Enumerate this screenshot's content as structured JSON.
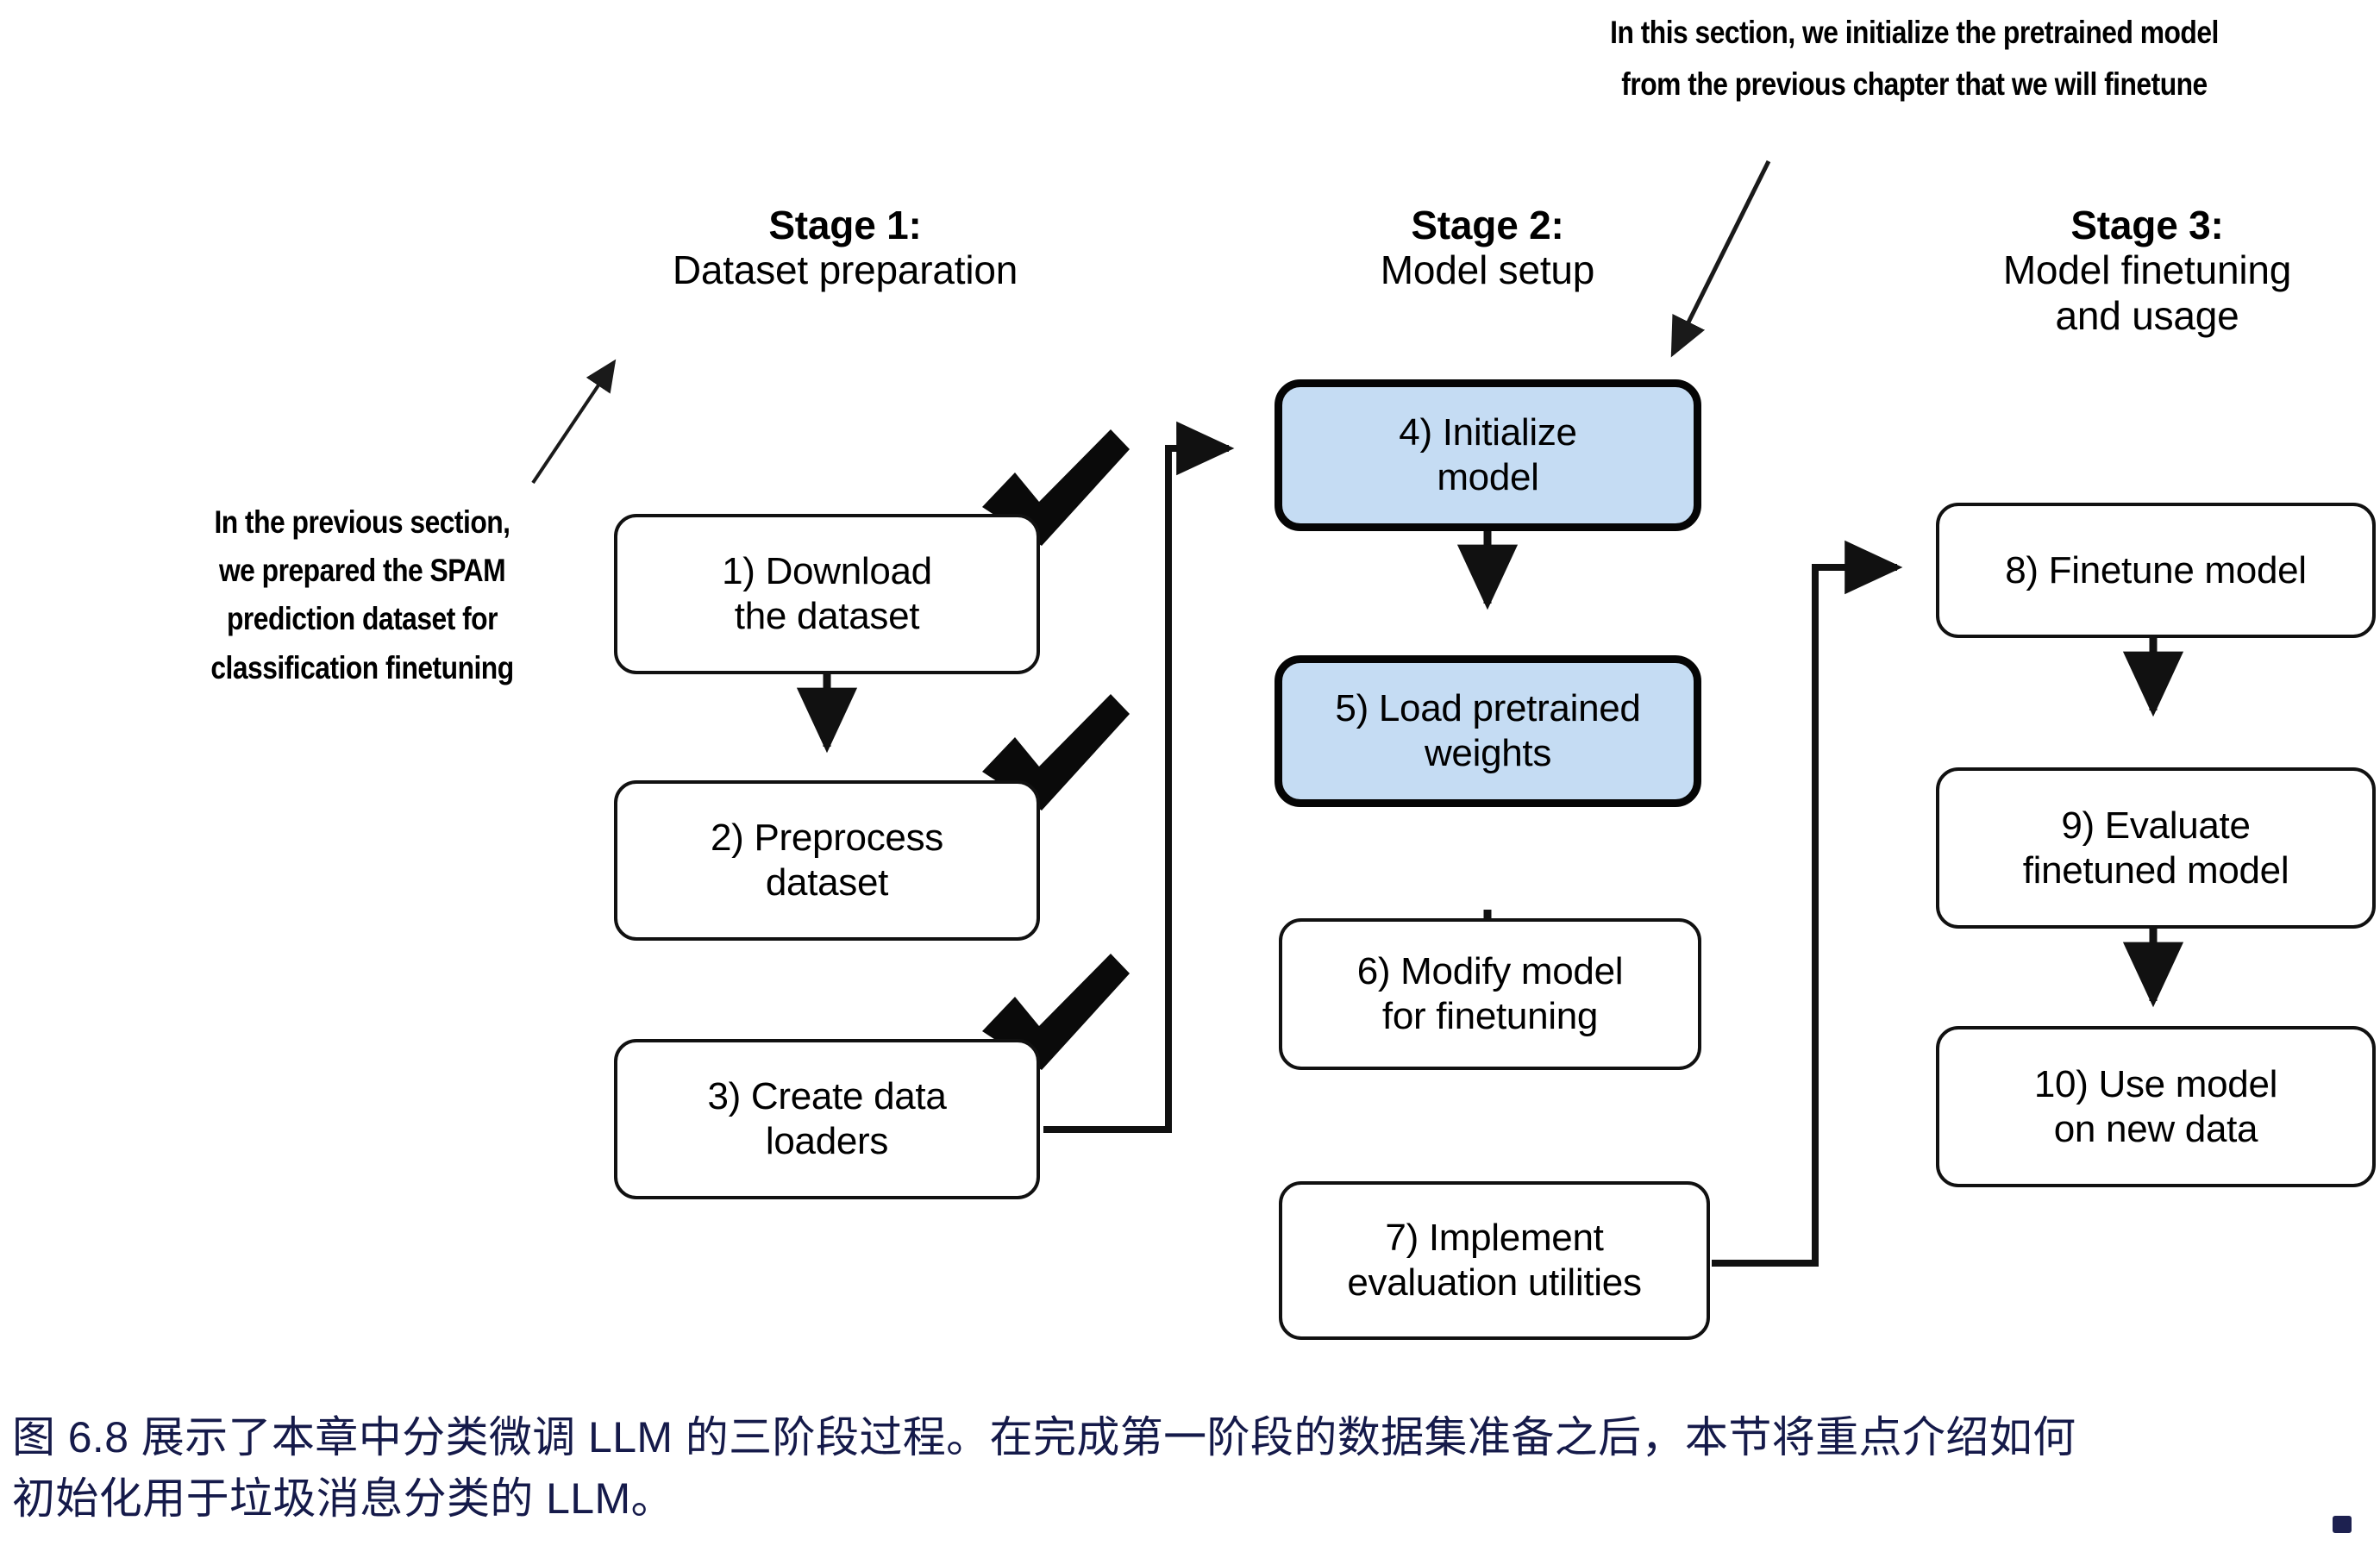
{
  "figure": {
    "stages": [
      {
        "id": "stage-1",
        "title": "Stage 1:",
        "subtitle": "Dataset preparation"
      },
      {
        "id": "stage-2",
        "title": "Stage 2:",
        "subtitle": "Model setup"
      },
      {
        "id": "stage-3",
        "title": "Stage 3:",
        "subtitle": "Model finetuning\nand usage"
      }
    ],
    "notes": {
      "left": "In the previous section,\nwe prepared the SPAM\nprediction dataset for\nclassification finetuning",
      "top": "In this section, we initialize the pretrained model\nfrom the previous chapter that we will finetune"
    },
    "steps": [
      {
        "n": "1",
        "label": "1) Download\nthe dataset",
        "stage": 1,
        "highlight": false,
        "check": true
      },
      {
        "n": "2",
        "label": "2) Preprocess\ndataset",
        "stage": 1,
        "highlight": false,
        "check": true
      },
      {
        "n": "3",
        "label": "3) Create data\nloaders",
        "stage": 1,
        "highlight": false,
        "check": true
      },
      {
        "n": "4",
        "label": "4) Initialize\nmodel",
        "stage": 2,
        "highlight": true,
        "check": false
      },
      {
        "n": "5",
        "label": "5) Load pretrained\nweights",
        "stage": 2,
        "highlight": true,
        "check": false
      },
      {
        "n": "6",
        "label": "6) Modify model\nfor finetuning",
        "stage": 2,
        "highlight": false,
        "check": false
      },
      {
        "n": "7",
        "label": "7) Implement\nevaluation utilities",
        "stage": 2,
        "highlight": false,
        "check": false
      },
      {
        "n": "8",
        "label": "8) Finetune model",
        "stage": 3,
        "highlight": false,
        "check": false
      },
      {
        "n": "9",
        "label": "9) Evaluate\nfinetuned model",
        "stage": 3,
        "highlight": false,
        "check": false
      },
      {
        "n": "10",
        "label": "10) Use model\non new data",
        "stage": 3,
        "highlight": false,
        "check": false
      }
    ],
    "colors": {
      "highlight_fill": "#c5dcf3",
      "stroke": "#111111",
      "caption_text": "#151a4a",
      "background": "#ffffff"
    }
  },
  "caption": {
    "line1": "图 6.8 展示了本章中分类微调 LLM 的三阶段过程。在完成第一阶段的数据集准备之后，本节将重点介绍如何",
    "line2": "初始化用于垃圾消息分类的 LLM。"
  }
}
